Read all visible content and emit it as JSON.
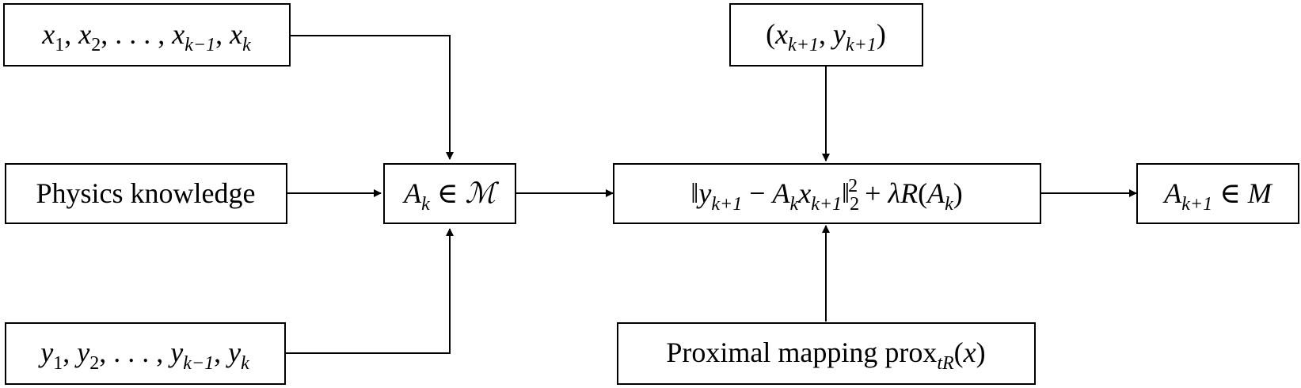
{
  "diagram": {
    "nodes": {
      "x_seq": {
        "parts": [
          {
            "t": "x",
            "it": true
          },
          {
            "t": "1",
            "sub": true
          },
          {
            "t": ", "
          },
          {
            "t": "x",
            "it": true
          },
          {
            "t": "2",
            "sub": true
          },
          {
            "t": ", . . . , "
          },
          {
            "t": "x",
            "it": true
          },
          {
            "t": "k−1",
            "sub": true,
            "it": true
          },
          {
            "t": ", "
          },
          {
            "t": "x",
            "it": true
          },
          {
            "t": "k",
            "sub": true,
            "it": true
          }
        ]
      },
      "physics": {
        "parts": [
          {
            "t": "Physics knowledge"
          }
        ]
      },
      "y_seq": {
        "parts": [
          {
            "t": "y",
            "it": true
          },
          {
            "t": "1",
            "sub": true
          },
          {
            "t": ", "
          },
          {
            "t": "y",
            "it": true
          },
          {
            "t": "2",
            "sub": true
          },
          {
            "t": ", . . . , "
          },
          {
            "t": "y",
            "it": true
          },
          {
            "t": "k−1",
            "sub": true,
            "it": true
          },
          {
            "t": ", "
          },
          {
            "t": "y",
            "it": true
          },
          {
            "t": "k",
            "sub": true,
            "it": true
          }
        ]
      },
      "ak_in_m": {
        "parts": [
          {
            "t": "A",
            "it": true
          },
          {
            "t": "k",
            "sub": true,
            "it": true
          },
          {
            "t": " ∈ "
          },
          {
            "t": "ℳ",
            "cal": true
          }
        ]
      },
      "objective": {
        "parts": [
          {
            "t": "‖"
          },
          {
            "t": "y",
            "it": true
          },
          {
            "t": "k+1",
            "sub": true,
            "it": true
          },
          {
            "t": " − "
          },
          {
            "t": "A",
            "it": true
          },
          {
            "t": "k",
            "sub": true,
            "it": true
          },
          {
            "t": "x",
            "it": true
          },
          {
            "t": "k+1",
            "sub": true,
            "it": true
          },
          {
            "t": "‖"
          },
          {
            "t": "2",
            "sub": true
          },
          {
            "t": "2",
            "sup": true
          },
          {
            "t": " + "
          },
          {
            "t": "λ",
            "it": true
          },
          {
            "t": "R",
            "it": true
          },
          {
            "t": "("
          },
          {
            "t": "A",
            "it": true
          },
          {
            "t": "k",
            "sub": true,
            "it": true
          },
          {
            "t": ")"
          }
        ]
      },
      "next_pair": {
        "parts": [
          {
            "t": "("
          },
          {
            "t": "x",
            "it": true
          },
          {
            "t": "k+1",
            "sub": true,
            "it": true
          },
          {
            "t": ", "
          },
          {
            "t": "y",
            "it": true
          },
          {
            "t": "k+1",
            "sub": true,
            "it": true
          },
          {
            "t": ")"
          }
        ]
      },
      "proximal": {
        "parts": [
          {
            "t": "Proximal mapping prox"
          },
          {
            "t": "tR",
            "sub": true,
            "it": true
          },
          {
            "t": "("
          },
          {
            "t": "x",
            "it": true
          },
          {
            "t": ")"
          }
        ]
      },
      "ak1_in_m": {
        "parts": [
          {
            "t": "A",
            "it": true
          },
          {
            "t": "k+1",
            "sub": true,
            "it": true
          },
          {
            "t": " ∈ "
          },
          {
            "t": "M",
            "it": true
          }
        ]
      }
    }
  }
}
